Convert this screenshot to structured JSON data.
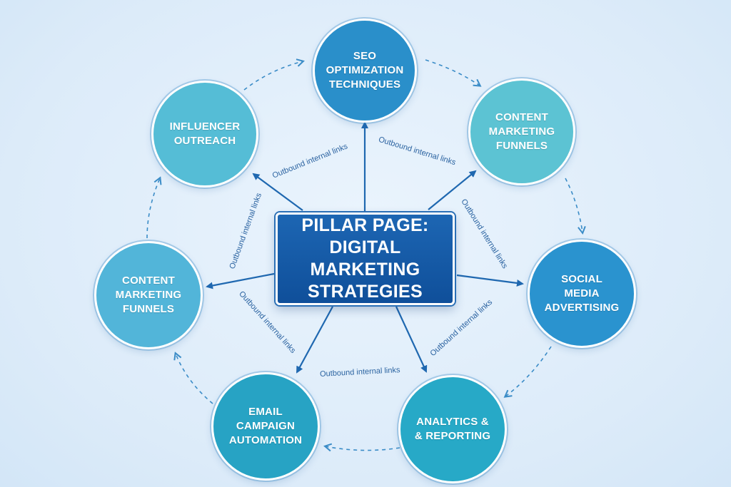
{
  "pillar": {
    "label": "PILLAR PAGE:\nDIGITAL MARKETING\nSTRATEGIES"
  },
  "nodes": [
    {
      "id": "seo",
      "label": "SEO\nOPTIMIZATION\nTECHNIQUES",
      "color": "#2a8fca"
    },
    {
      "id": "content-right",
      "label": "CONTENT\nMARKETING\nFUNNELS",
      "color": "#5cc3d3"
    },
    {
      "id": "social",
      "label": "SOCIAL\nMEDIA\nADVERTISING",
      "color": "#2a93cf"
    },
    {
      "id": "analytics",
      "label": "ANALYTICS &\n& REPORTING",
      "color": "#27a9c7"
    },
    {
      "id": "email",
      "label": "EMAIL\nCAMPAIGN\nAUTOMATION",
      "color": "#27a3c4"
    },
    {
      "id": "content-left",
      "label": "CONTENT\nMARKETING\nFUNNELS",
      "color": "#52b5d9"
    },
    {
      "id": "influencer",
      "label": "INFLUENCER\nOUTREACH",
      "color": "#55bdd6"
    }
  ],
  "link_label": "Outbound internal links",
  "colors": {
    "arrow": "#1f68b0",
    "dashed": "#3b8cc7",
    "background": "#dcebf9"
  }
}
